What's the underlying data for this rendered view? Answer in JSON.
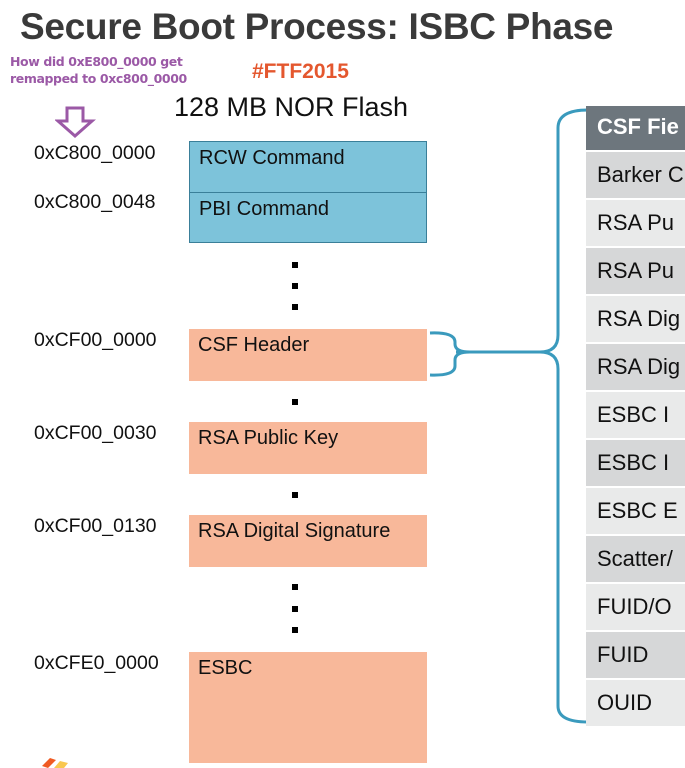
{
  "title": "Secure Boot Process: ISBC Phase",
  "annotation": {
    "question_line1": "How did 0xE800_0000 get",
    "question_line2": "remapped to 0xc800_0000",
    "color": "#9b59a6"
  },
  "hashtag": "#FTF2015",
  "flash_title": "128 MB NOR Flash",
  "memory_map": [
    {
      "address": "0xC800_0000",
      "label": "RCW Command",
      "color": "#7dc3da"
    },
    {
      "address": "0xC800_0048",
      "label": "PBI Command",
      "color": "#7dc3da"
    },
    {
      "address": "0xCF00_0000",
      "label": "CSF Header",
      "color": "#f8b89a"
    },
    {
      "address": "0xCF00_0030",
      "label": "RSA Public Key",
      "color": "#f8b89a"
    },
    {
      "address": "0xCF00_0130",
      "label": "RSA Digital Signature",
      "color": "#f8b89a"
    },
    {
      "address": "0xCFE0_0000",
      "label": "ESBC",
      "color": "#f8b89a"
    }
  ],
  "csf_table": {
    "header": "CSF Fie",
    "rows": [
      "Barker C",
      "RSA Pu",
      "RSA Pu",
      "RSA Dig",
      "RSA Dig",
      "ESBC I",
      "ESBC I",
      "ESBC E",
      "Scatter/",
      "FUID/O",
      "FUID",
      "OUID"
    ]
  },
  "colors": {
    "bracket": "#3a9abd",
    "table_header": "#6d767d",
    "hashtag": "#e4572e"
  }
}
